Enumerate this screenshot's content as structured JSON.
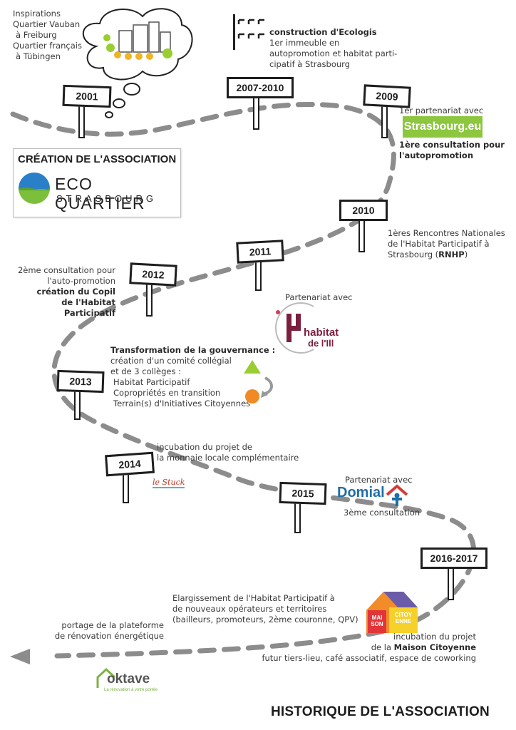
{
  "title": "HISTORIQUE DE L'ASSOCIATION",
  "assoc": {
    "heading": "CRÉATION DE L'ASSOCIATION",
    "logo_line1": "ECO QUARTIER",
    "logo_line2": "STRASBOURG"
  },
  "milestones": {
    "y2001": "2001",
    "y2007": "2007-2010",
    "y2009": "2009",
    "y2010": "2010",
    "y2011": "2011",
    "y2012": "2012",
    "y2013": "2013",
    "y2014": "2014",
    "y2015": "2015",
    "y2016": "2016-2017"
  },
  "texts": {
    "inspirations": [
      "Inspirations",
      "Quartier Vauban",
      "à Freiburg",
      "Quartier français",
      "à Tübingen"
    ],
    "ecologis_title": "construction d'Ecologis",
    "ecologis_lines": [
      "1er immeuble en",
      "autopromotion et habitat parti-",
      "cipatif à Strasbourg"
    ],
    "partner2009": "1er partenariat avec",
    "strasbourg_logo": "Strasbourg.eu",
    "consult2009": [
      "1ère consultation pour",
      "l'autopromotion"
    ],
    "rnhp_lines": [
      "1ères Rencontres Nationales",
      "de l'Habitat Participatif à",
      "Strasbourg ("
    ],
    "rnhp_bold": "RNHP",
    "rnhp_close": ")",
    "consult2012": [
      "2ème consultation pour",
      "l'auto-promotion"
    ],
    "copil": [
      "création du Copil",
      "de l'Habitat Participatif"
    ],
    "partner_ill": "Partenariat avec",
    "habitat_ill_1": "habitat",
    "habitat_ill_2": "de l'Ill",
    "gov_title": "Transformation de la gouvernance :",
    "gov_lines": [
      "création d'un comité collégial",
      "et de 3 collèges :",
      "Habitat Participatif",
      "Copropriétés en transition",
      "Terrain(s) d'Initiatives Citoyennes"
    ],
    "monnaie": [
      "incubation du projet de",
      "la monnaie locale complémentaire"
    ],
    "stuck": "le Stuck",
    "partner_domial": "Partenariat avec",
    "domial": "Domial",
    "consult2015": "3ème consultation",
    "elarg": [
      "Elargissement de l'Habitat Participatif à",
      "de nouveaux opérateurs et territoires",
      "(bailleurs, promoteurs, 2ème couronne, QPV)"
    ],
    "maison_1": "incubation du projet",
    "maison_2": "de la ",
    "maison_bold": "Maison Citoyenne",
    "maison_3": "futur tiers-lieu, café associatif, espace de coworking",
    "maison_logo_left": "MAI SON",
    "maison_logo_right": "CITOY ENNE",
    "oktave_lines": [
      "portage de la plateforme",
      "de rénovation énergétique"
    ],
    "oktave_logo": "oktave",
    "oktave_tag": "La rénovation à votre portée"
  },
  "colors": {
    "road": "#8c8c8c",
    "strasbourg_green": "#8dc63f",
    "habitat_ill": "#7a1f3d",
    "domial_blue": "#1f6fa8",
    "domial_red": "#d63a3a",
    "maison_orange": "#f28c28",
    "maison_red": "#e2353a",
    "maison_purple": "#6a5ca8",
    "maison_yellow": "#f5d12a",
    "oktave_green": "#7cb342",
    "triangle_green": "#9acd32",
    "circle_orange": "#f08a24"
  }
}
